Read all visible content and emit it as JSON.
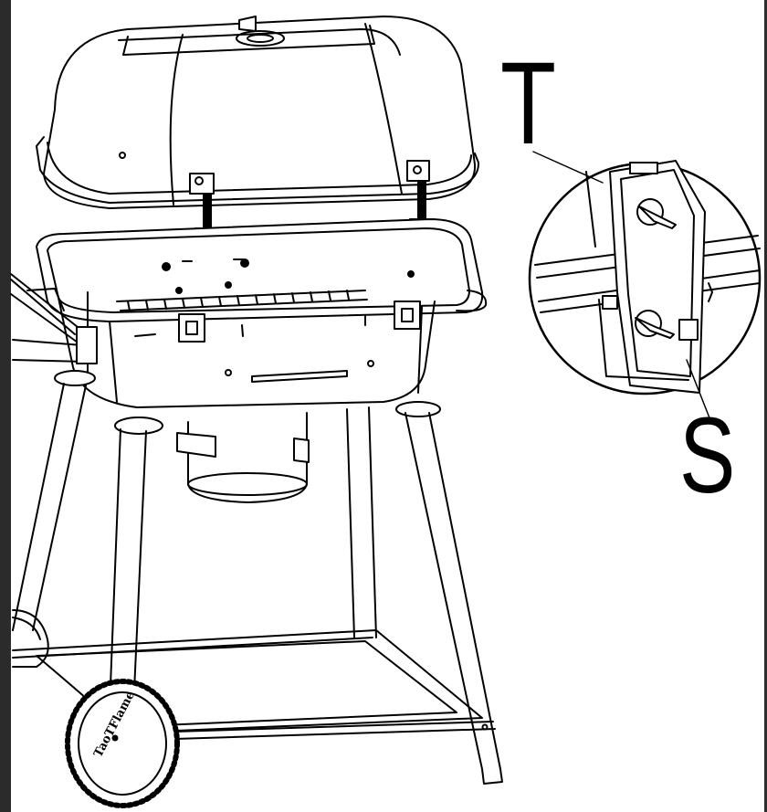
{
  "labels": {
    "part_t": "T",
    "part_s": "S"
  },
  "wheel": {
    "brand": "TaoTFlame"
  },
  "colors": {
    "ink": "#000000",
    "frame_edge": "#2b2b2b",
    "background": "#ffffff"
  }
}
